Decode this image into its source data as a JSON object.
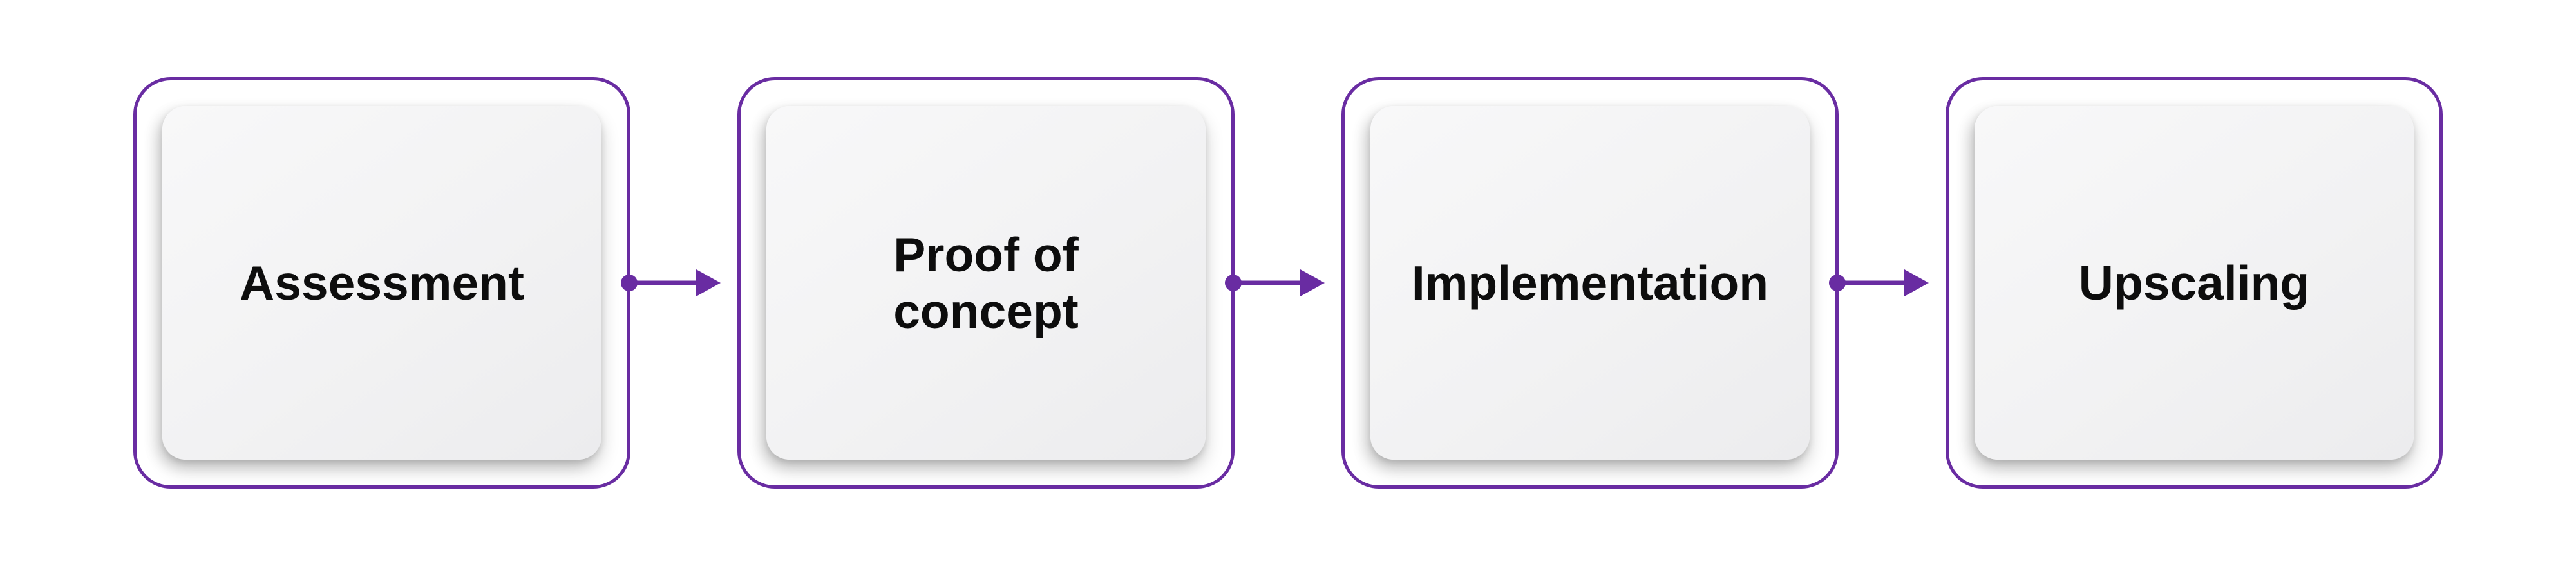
{
  "diagram": {
    "type": "process-flow",
    "stages": [
      {
        "label": "Assessment"
      },
      {
        "label": "Proof of\nconcept"
      },
      {
        "label": "Implementation"
      },
      {
        "label": "Upscaling"
      }
    ],
    "connectors": [
      {
        "from": "Assessment",
        "to": "Proof of concept",
        "style": "dot-to-arrow"
      },
      {
        "from": "Proof of concept",
        "to": "Implementation",
        "style": "dot-to-arrow"
      },
      {
        "from": "Implementation",
        "to": "Upscaling",
        "style": "dot-to-arrow"
      }
    ]
  },
  "colors": {
    "accent_purple": "#692CA2",
    "card_fill": "#F2F2F3",
    "background": "#FFFFFF",
    "text": "#0D0D0D"
  }
}
